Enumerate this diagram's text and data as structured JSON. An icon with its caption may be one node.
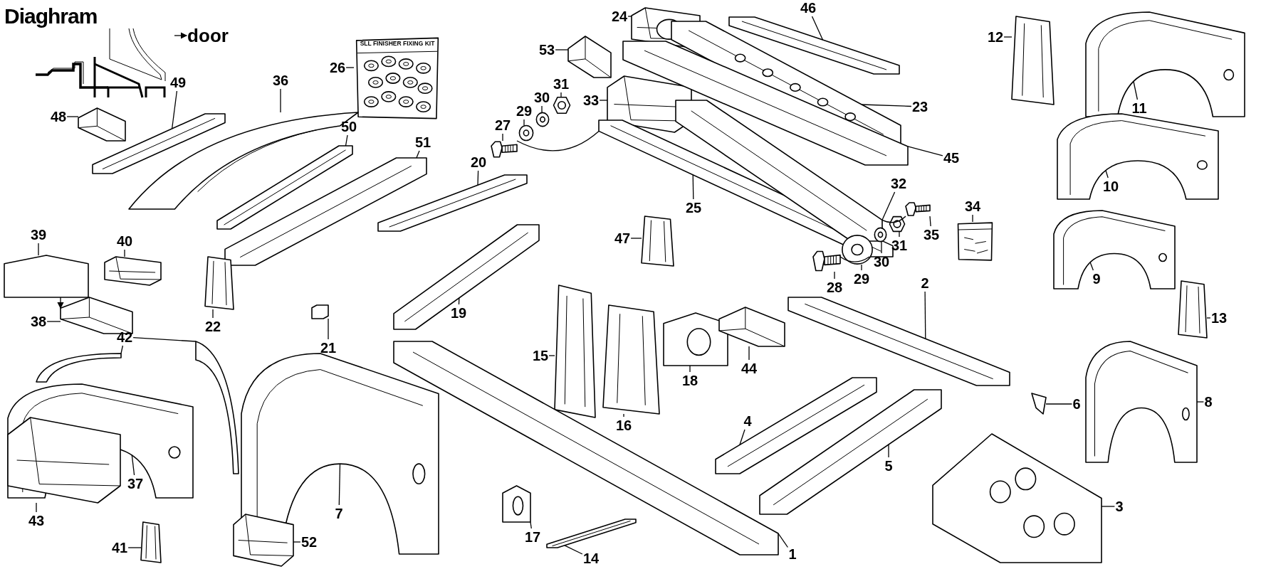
{
  "diagram": {
    "title": "Diaghram",
    "nodes": [
      {
        "text": [],
        "shape": "picture"
      },
      {
        "text": [
          "door"
        ]
      },
      {
        "text": [
          "48"
        ]
      },
      {
        "text": [],
        "shape": "picture"
      },
      {
        "text": [
          "49"
        ]
      },
      {
        "text": [],
        "shape": "picture"
      },
      {
        "text": [
          "26"
        ]
      },
      {
        "text": [
          "SLL FINISHER FIXING KIT"
        ]
      },
      {
        "text": [
          "36"
        ]
      },
      {
        "text": [],
        "shape": "picture"
      },
      {
        "text": [
          "50"
        ]
      },
      {
        "text": [],
        "shape": "picture"
      },
      {
        "text": [
          "51"
        ]
      },
      {
        "text": [],
        "shape": "picture"
      },
      {
        "text": [
          "53"
        ]
      },
      {
        "text": [],
        "shape": "picture"
      },
      {
        "text": [
          "24"
        ]
      },
      {
        "text": [],
        "shape": "picture"
      },
      {
        "text": [
          "46"
        ]
      },
      {
        "text": [],
        "shape": "picture"
      },
      {
        "text": [
          "31"
        ]
      },
      {
        "text": [],
        "shape": "picture"
      },
      {
        "text": [
          "30"
        ]
      },
      {
        "text": [],
        "shape": "picture"
      },
      {
        "text": [
          "29"
        ]
      },
      {
        "text": [],
        "shape": "picture"
      },
      {
        "text": [
          "27"
        ]
      },
      {
        "text": [],
        "shape": "picture"
      },
      {
        "text": [
          "33"
        ]
      },
      {
        "text": [],
        "shape": "picture"
      },
      {
        "text": [
          "23"
        ]
      },
      {
        "text": [],
        "shape": "picture"
      },
      {
        "text": [
          "45"
        ]
      },
      {
        "text": [],
        "shape": "picture"
      },
      {
        "text": [
          "25"
        ]
      },
      {
        "text": [],
        "shape": "picture"
      },
      {
        "text": [
          "32"
        ]
      },
      {
        "text": [],
        "shape": "picture"
      },
      {
        "text": [
          "35"
        ]
      },
      {
        "text": [],
        "shape": "picture"
      },
      {
        "text": [
          "34"
        ]
      },
      {
        "text": [],
        "shape": "picture"
      },
      {
        "text": [
          "47"
        ]
      },
      {
        "text": [],
        "shape": "picture"
      },
      {
        "text": [
          "31"
        ]
      },
      {
        "text": [],
        "shape": "picture"
      },
      {
        "text": [
          "30"
        ]
      },
      {
        "text": [],
        "shape": "picture"
      },
      {
        "text": [
          "29"
        ]
      },
      {
        "text": [],
        "shape": "picture"
      },
      {
        "text": [
          "28"
        ]
      },
      {
        "text": [],
        "shape": "picture"
      },
      {
        "text": [
          "12"
        ]
      },
      {
        "text": [],
        "shape": "picture"
      },
      {
        "text": [
          "11"
        ]
      },
      {
        "text": [],
        "shape": "picture"
      },
      {
        "text": [
          "10"
        ]
      },
      {
        "text": [],
        "shape": "picture"
      },
      {
        "text": [
          "9"
        ]
      },
      {
        "text": [],
        "shape": "picture"
      },
      {
        "text": [
          "13"
        ]
      },
      {
        "text": [],
        "shape": "picture"
      },
      {
        "text": [
          "8"
        ]
      },
      {
        "text": [],
        "shape": "picture"
      },
      {
        "text": [
          "6"
        ]
      },
      {
        "text": [],
        "shape": "picture"
      },
      {
        "text": [
          "3"
        ]
      },
      {
        "text": [],
        "shape": "picture"
      },
      {
        "text": [
          "2"
        ]
      },
      {
        "text": [],
        "shape": "picture"
      },
      {
        "text": [
          "39"
        ]
      },
      {
        "text": [],
        "shape": "picture"
      },
      {
        "text": [
          "40"
        ]
      },
      {
        "text": [],
        "shape": "picture"
      },
      {
        "text": [
          "38"
        ]
      },
      {
        "text": [],
        "shape": "picture"
      },
      {
        "text": [
          "20"
        ]
      },
      {
        "text": [],
        "shape": "picture"
      },
      {
        "text": [
          "19"
        ]
      },
      {
        "text": [],
        "shape": "picture"
      },
      {
        "text": [
          "22"
        ]
      },
      {
        "text": [],
        "shape": "picture"
      },
      {
        "text": [
          "21"
        ]
      },
      {
        "text": [],
        "shape": "picture"
      },
      {
        "text": [
          "42"
        ]
      },
      {
        "text": [],
        "shape": "picture"
      },
      {
        "text": [],
        "shape": "picture"
      },
      {
        "text": [
          "37"
        ]
      },
      {
        "text": [],
        "shape": "picture"
      },
      {
        "text": [
          "43"
        ]
      },
      {
        "text": [],
        "shape": "picture"
      },
      {
        "text": [
          "41"
        ]
      },
      {
        "text": [],
        "shape": "picture"
      },
      {
        "text": [
          "7"
        ]
      },
      {
        "text": [],
        "shape": "picture"
      },
      {
        "text": [
          "52"
        ]
      },
      {
        "text": [],
        "shape": "picture"
      },
      {
        "text": [
          "15"
        ]
      },
      {
        "text": [],
        "shape": "picture"
      },
      {
        "text": [
          "16"
        ]
      },
      {
        "text": [],
        "shape": "picture"
      },
      {
        "text": [
          "18"
        ]
      },
      {
        "text": [],
        "shape": "picture"
      },
      {
        "text": [
          "44"
        ]
      },
      {
        "text": [],
        "shape": "picture"
      },
      {
        "text": [
          "4"
        ]
      },
      {
        "text": [],
        "shape": "picture"
      },
      {
        "text": [
          "5"
        ]
      },
      {
        "text": [],
        "shape": "picture"
      },
      {
        "text": [
          "17"
        ]
      },
      {
        "text": [],
        "shape": "picture"
      },
      {
        "text": [
          "14"
        ]
      },
      {
        "text": [],
        "shape": "picture"
      },
      {
        "text": [
          "1"
        ]
      },
      {
        "text": [],
        "shape": "picture"
      }
    ],
    "edges": [
      {
        "from": 0,
        "to": 1,
        "arrow": "to"
      },
      {
        "from": 2,
        "to": 3,
        "arrow": "none"
      },
      {
        "from": 4,
        "to": 5,
        "arrow": "none"
      },
      {
        "from": 6,
        "to": 7,
        "arrow": "none"
      },
      {
        "from": 8,
        "to": 9,
        "arrow": "none"
      },
      {
        "from": 10,
        "to": 11,
        "arrow": "none"
      },
      {
        "from": 12,
        "to": 13,
        "arrow": "none"
      },
      {
        "from": 14,
        "to": 15,
        "arrow": "none"
      },
      {
        "from": 16,
        "to": 17,
        "arrow": "none"
      },
      {
        "from": 18,
        "to": 19,
        "arrow": "none"
      },
      {
        "from": 20,
        "to": 21,
        "arrow": "none"
      },
      {
        "from": 22,
        "to": 23,
        "arrow": "none"
      },
      {
        "from": 24,
        "to": 25,
        "arrow": "none"
      },
      {
        "from": 26,
        "to": 27,
        "arrow": "none"
      },
      {
        "from": 28,
        "to": 29,
        "arrow": "none"
      },
      {
        "from": 30,
        "to": 31,
        "arrow": "none"
      },
      {
        "from": 32,
        "to": 33,
        "arrow": "none"
      },
      {
        "from": 34,
        "to": 35,
        "arrow": "none"
      },
      {
        "from": 36,
        "to": 37,
        "arrow": "none"
      },
      {
        "from": 38,
        "to": 39,
        "arrow": "none"
      },
      {
        "from": 40,
        "to": 41,
        "arrow": "none"
      },
      {
        "from": 42,
        "to": 43,
        "arrow": "none"
      },
      {
        "from": 44,
        "to": 45,
        "arrow": "none"
      },
      {
        "from": 46,
        "to": 47,
        "arrow": "none"
      },
      {
        "from": 48,
        "to": 49,
        "arrow": "none"
      },
      {
        "from": 50,
        "to": 51,
        "arrow": "none"
      },
      {
        "from": 52,
        "to": 53,
        "arrow": "none"
      },
      {
        "from": 54,
        "to": 55,
        "arrow": "none"
      },
      {
        "from": 56,
        "to": 57,
        "arrow": "none"
      },
      {
        "from": 58,
        "to": 59,
        "arrow": "none"
      },
      {
        "from": 60,
        "to": 61,
        "arrow": "none"
      },
      {
        "from": 62,
        "to": 63,
        "arrow": "none"
      },
      {
        "from": 64,
        "to": 65,
        "arrow": "none"
      },
      {
        "from": 66,
        "to": 67,
        "arrow": "none"
      },
      {
        "from": 68,
        "to": 69,
        "arrow": "none"
      },
      {
        "from": 70,
        "to": 71,
        "arrow": "none"
      },
      {
        "from": 72,
        "to": 73,
        "arrow": "none"
      },
      {
        "from": 74,
        "to": 75,
        "arrow": "none"
      },
      {
        "from": 76,
        "to": 77,
        "arrow": "none"
      },
      {
        "from": 78,
        "to": 79,
        "arrow": "none"
      },
      {
        "from": 80,
        "to": 81,
        "arrow": "none"
      },
      {
        "from": 82,
        "to": 83,
        "arrow": "none"
      },
      {
        "from": 84,
        "to": 85,
        "arrow": "none"
      },
      {
        "from": 84,
        "to": 86,
        "arrow": "none"
      },
      {
        "from": 87,
        "to": 88,
        "arrow": "none"
      },
      {
        "from": 89,
        "to": 90,
        "arrow": "none"
      },
      {
        "from": 91,
        "to": 92,
        "arrow": "none"
      },
      {
        "from": 93,
        "to": 94,
        "arrow": "none"
      },
      {
        "from": 95,
        "to": 96,
        "arrow": "none"
      },
      {
        "from": 97,
        "to": 98,
        "arrow": "none"
      },
      {
        "from": 99,
        "to": 100,
        "arrow": "none"
      },
      {
        "from": 101,
        "to": 102,
        "arrow": "none"
      },
      {
        "from": 103,
        "to": 104,
        "arrow": "none"
      },
      {
        "from": 105,
        "to": 106,
        "arrow": "none"
      },
      {
        "from": 107,
        "to": 108,
        "arrow": "none"
      },
      {
        "from": 109,
        "to": 110,
        "arrow": "none"
      },
      {
        "from": 111,
        "to": 112,
        "arrow": "none"
      },
      {
        "from": 113,
        "to": 114,
        "arrow": "none"
      },
      {
        "from": 71,
        "to": 75,
        "arrow": "to"
      },
      {
        "from": 27,
        "to": 35,
        "arrow": "none"
      },
      {
        "from": 51,
        "to": 35,
        "arrow": "none"
      },
      {
        "from": 39,
        "to": 37,
        "arrow": "none"
      }
    ]
  }
}
